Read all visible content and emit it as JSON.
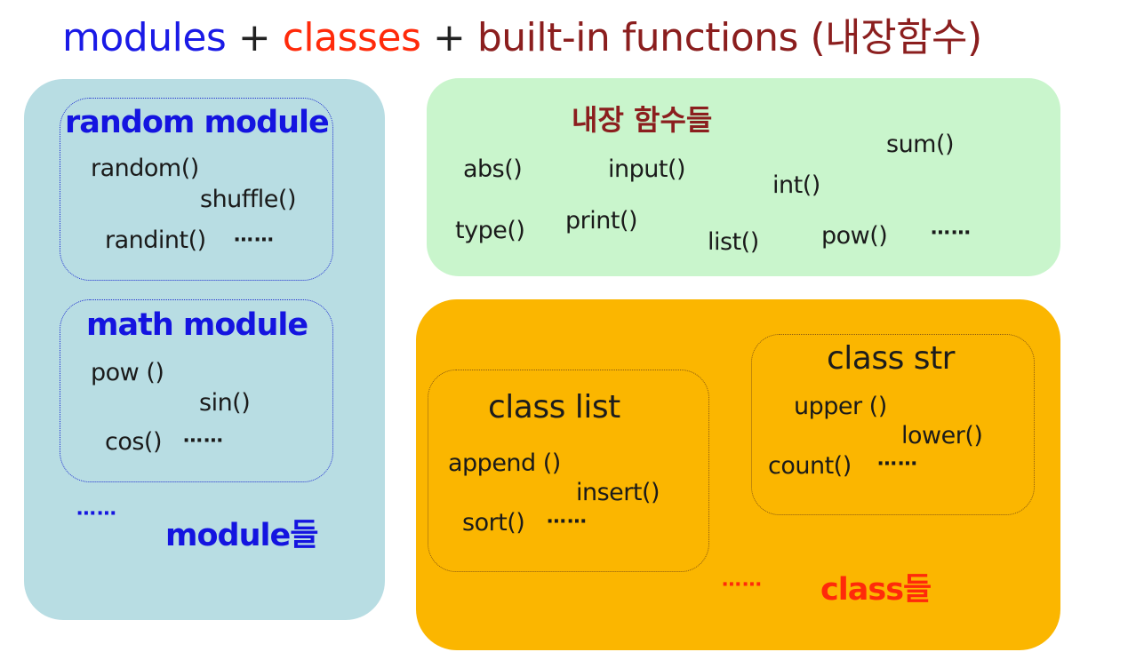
{
  "title": {
    "modules": "modules",
    "plus1": "+",
    "classes": "classes",
    "plus2": "+",
    "builtins": "built-in functions (내장함수)"
  },
  "modules_panel": {
    "random_module": {
      "heading": "random module",
      "functions": [
        "random()",
        "shuffle()",
        "randint()"
      ],
      "ellipsis": "⋯⋯"
    },
    "math_module": {
      "heading": "math module",
      "functions": [
        "pow ()",
        "sin()",
        "cos()"
      ],
      "ellipsis": "⋯⋯"
    },
    "ellipsis": "⋯⋯",
    "label": "module들"
  },
  "builtins_panel": {
    "heading": "내장 함수들",
    "functions": [
      "abs()",
      "input()",
      "sum()",
      "int()",
      "type()",
      "print()",
      "list()",
      "pow()"
    ],
    "ellipsis": "⋯⋯"
  },
  "classes_panel": {
    "class_list": {
      "heading": "class list",
      "functions": [
        "append ()",
        "insert()",
        "sort()"
      ],
      "ellipsis": "⋯⋯"
    },
    "class_str": {
      "heading": "class str",
      "functions": [
        "upper ()",
        "lower()",
        "count()"
      ],
      "ellipsis": "⋯⋯"
    },
    "ellipsis": "⋯⋯",
    "label": "class들"
  }
}
